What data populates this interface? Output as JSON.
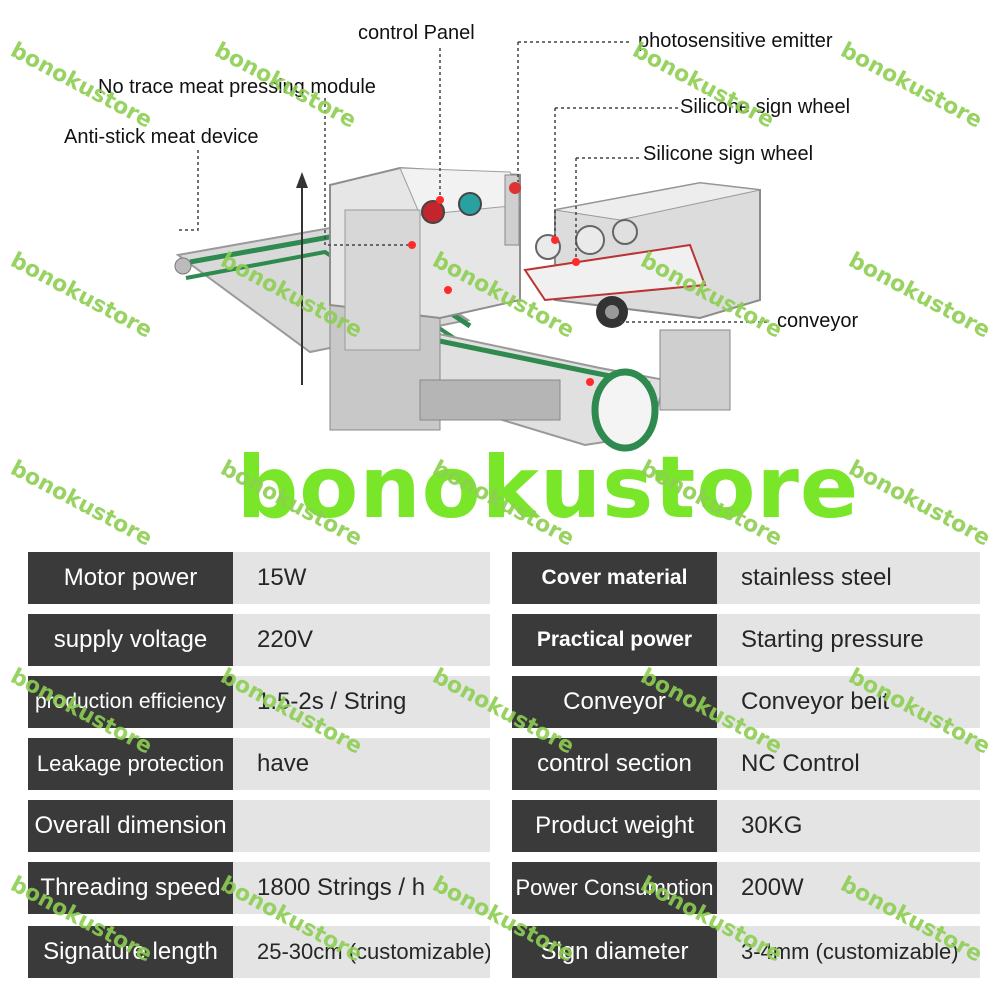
{
  "callouts": {
    "control_panel": "control Panel",
    "photosensitive_emitter": "photosensitive emitter",
    "no_trace_module": "No trace meat pressing module",
    "silicone_wheel_1": "Silicone sign wheel",
    "anti_stick": "Anti-stick meat device",
    "silicone_wheel_2": "Silicone sign wheel",
    "conveyor": "conveyor"
  },
  "brand": "bonokustore",
  "watermark": "bonokustore",
  "colors": {
    "brand_green": "#7ae62a",
    "label_bg": "#3a3a3a",
    "value_bg": "#e4e4e4"
  },
  "specs": [
    {
      "l1": "Motor power",
      "v1": "15W",
      "l2": "Cover material",
      "v2": "stainless steel"
    },
    {
      "l1": "supply voltage",
      "v1": "220V",
      "l2": "Practical power",
      "v2": "Starting pressure"
    },
    {
      "l1": "production efficiency",
      "v1": "1.5-2s / String",
      "l2": "Conveyor",
      "v2": "Conveyor belt"
    },
    {
      "l1": "Leakage protection",
      "v1": "have",
      "l2": "control section",
      "v2": "NC Control"
    },
    {
      "l1": "Overall dimension",
      "v1": "",
      "l2": "Product weight",
      "v2": "30KG"
    },
    {
      "l1": "Threading speed",
      "v1": "1800 Strings / h",
      "l2": "Power Consumption",
      "v2": "200W"
    },
    {
      "l1": "Signature length",
      "v1": "25-30cm (customizable)",
      "l2": "Sign diameter",
      "v2": "3-4mm (customizable)"
    }
  ]
}
